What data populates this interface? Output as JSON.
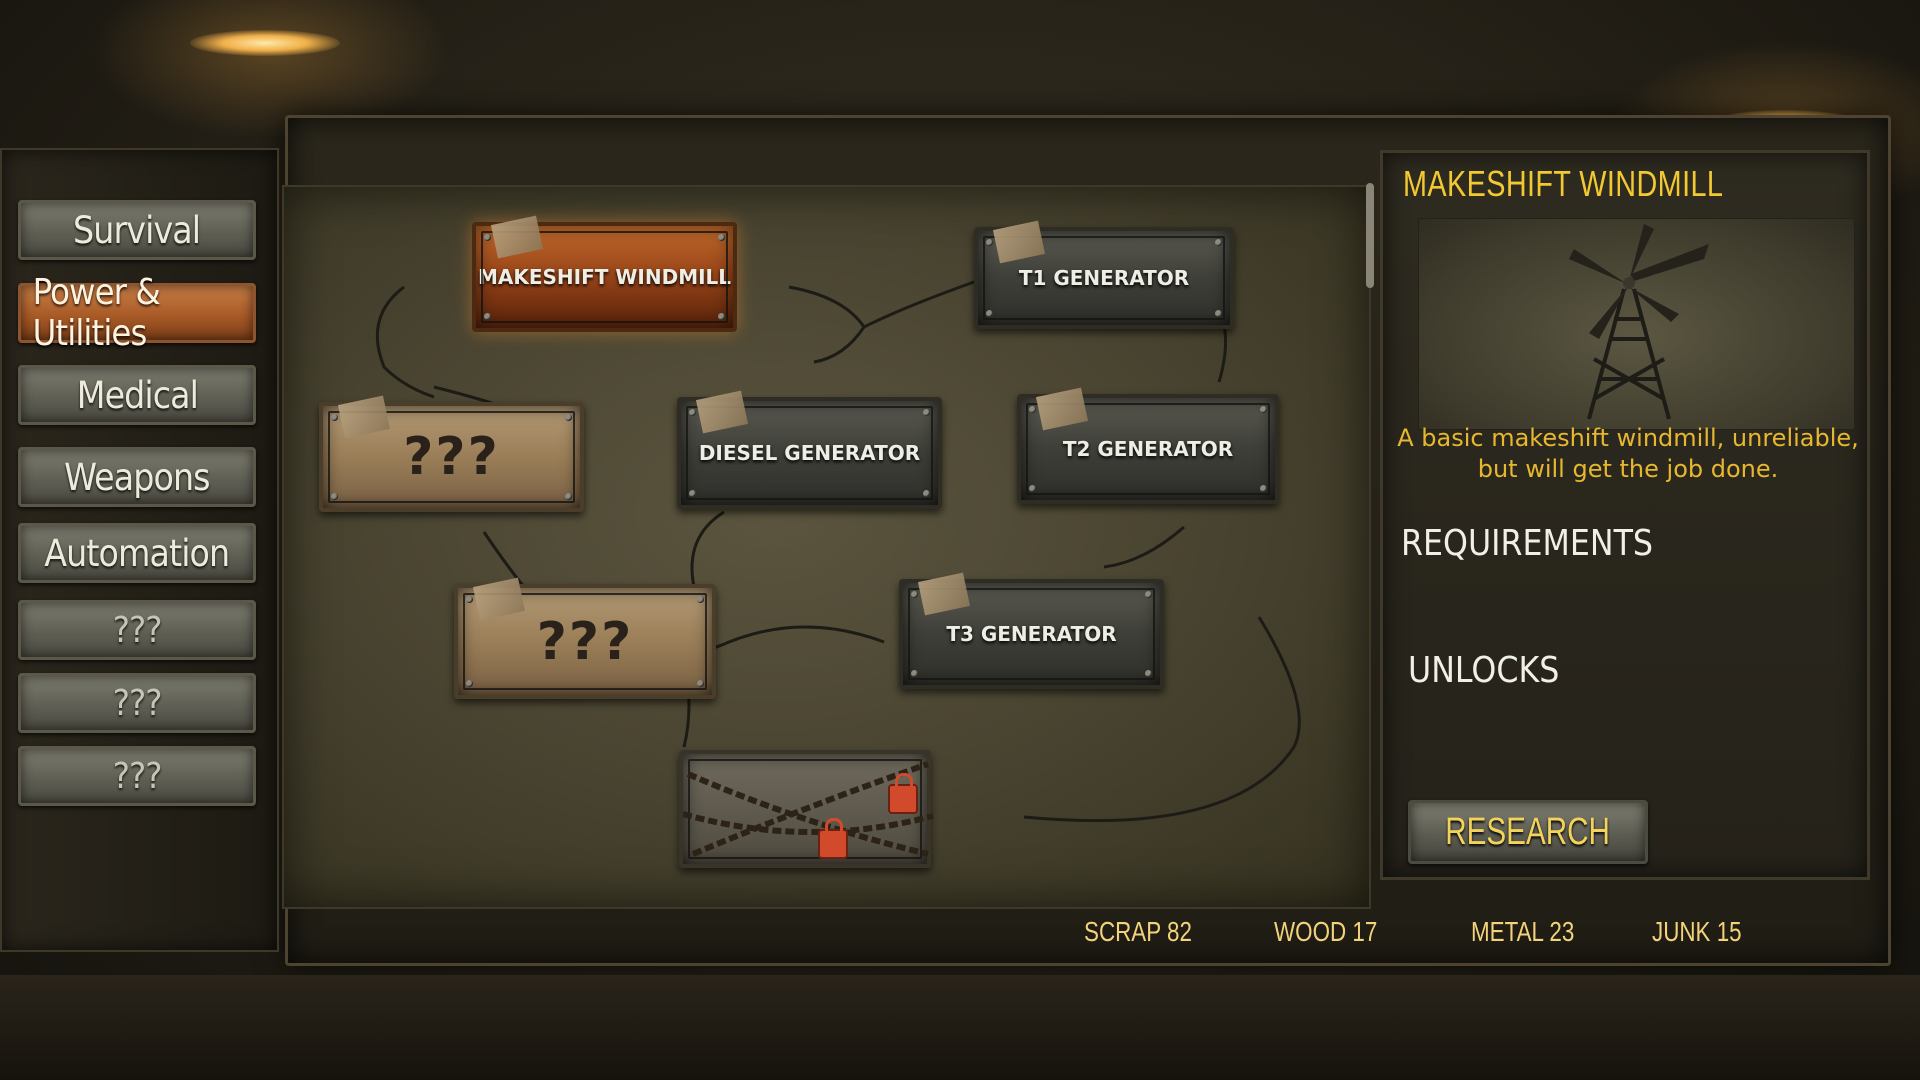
{
  "categories": [
    {
      "label": "Survival",
      "active": false
    },
    {
      "label": "Power & Utilities",
      "active": true
    },
    {
      "label": "Medical",
      "active": false
    },
    {
      "label": "Weapons",
      "active": false
    },
    {
      "label": "Automation",
      "active": false
    },
    {
      "label": "???",
      "active": false
    },
    {
      "label": "???",
      "active": false
    },
    {
      "label": "???",
      "active": false
    }
  ],
  "tree": {
    "nodes": {
      "windmill": "MAKESHIFT WINDMILL",
      "t1": "T1 GENERATOR",
      "unknown1": "???",
      "diesel": "DIESEL GENERATOR",
      "t2": "T2 GENERATOR",
      "unknown2": "???",
      "t3": "T3 GENERATOR"
    }
  },
  "info": {
    "title": "MAKESHIFT WINDMILL",
    "description_line1": "A basic makeshift windmill, unreliable,",
    "description_line2": "but will get the job done.",
    "requirements_label": "REQUIREMENTS",
    "unlocks_label": "UNLOCKS",
    "research_label": "RESEARCH"
  },
  "resources": [
    {
      "label": "SCRAP 82"
    },
    {
      "label": "WOOD 17"
    },
    {
      "label": "METAL 23"
    },
    {
      "label": "JUNK 15"
    }
  ],
  "colors": {
    "accent": "#f3c932",
    "active_category": "#b8652f",
    "resource_text": "#f2d27a"
  }
}
